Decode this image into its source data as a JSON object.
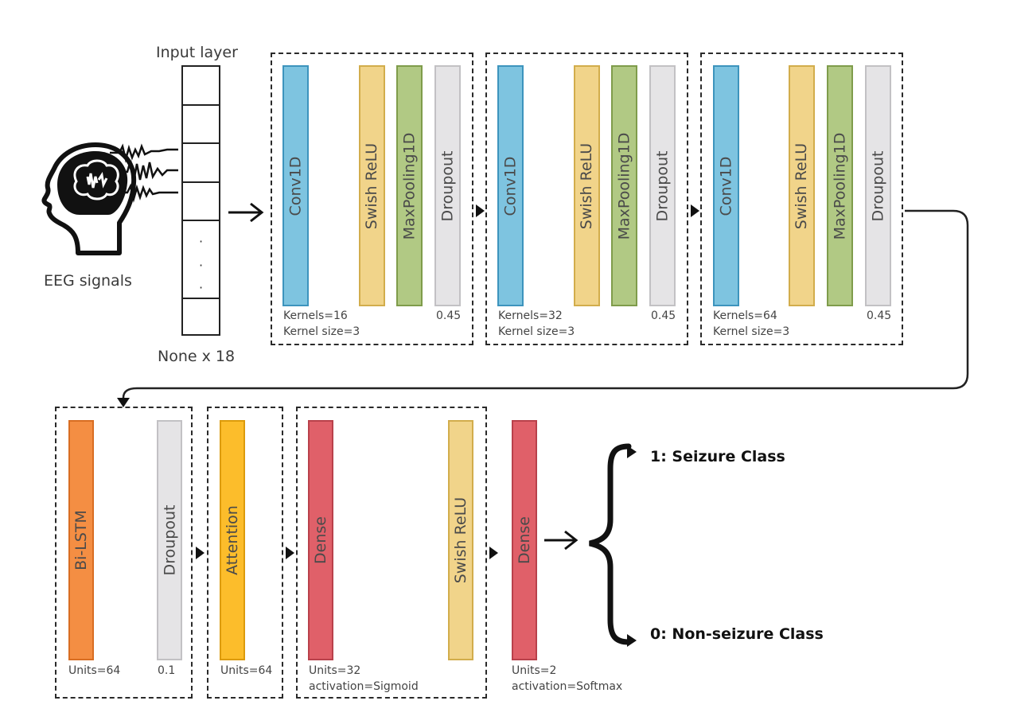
{
  "input": {
    "title": "Input layer",
    "caption": "EEG signals",
    "shape": "None x 18",
    "dots": "·"
  },
  "conv_blocks": [
    {
      "layers": [
        "Conv1D",
        "Swish ReLU",
        "MaxPooling1D",
        "Droupout"
      ],
      "kernels": "Kernels=16",
      "kernel_size": "Kernel size=3",
      "dropout": "0.45"
    },
    {
      "layers": [
        "Conv1D",
        "Swish ReLU",
        "MaxPooling1D",
        "Droupout"
      ],
      "kernels": "Kernels=32",
      "kernel_size": "Kernel size=3",
      "dropout": "0.45"
    },
    {
      "layers": [
        "Conv1D",
        "Swish ReLU",
        "MaxPooling1D",
        "Droupout"
      ],
      "kernels": "Kernels=64",
      "kernel_size": "Kernel size=3",
      "dropout": "0.45"
    }
  ],
  "lstm_block": {
    "layers": [
      "Bi-LSTM",
      "Droupout"
    ],
    "units": "Units=64",
    "dropout": "0.1"
  },
  "attention_block": {
    "layer": "Attention",
    "units": "Units=64"
  },
  "dense_block": {
    "layers": [
      "Dense",
      "Swish ReLU"
    ],
    "units": "Units=32",
    "activation": "activation=Sigmoid"
  },
  "output_dense": {
    "layer": "Dense",
    "units": "Units=2",
    "activation": "activation=Softmax"
  },
  "classes": {
    "seizure": "1: Seizure Class",
    "non_seizure": "0: Non-seizure Class"
  },
  "colors": {
    "conv": "#7ec4e0",
    "activation": "#f1d48a",
    "pooling": "#b1c984",
    "dropout": "#e5e4e6",
    "lstm": "#f48e43",
    "attention": "#fcbd2b",
    "dense": "#e06069"
  }
}
